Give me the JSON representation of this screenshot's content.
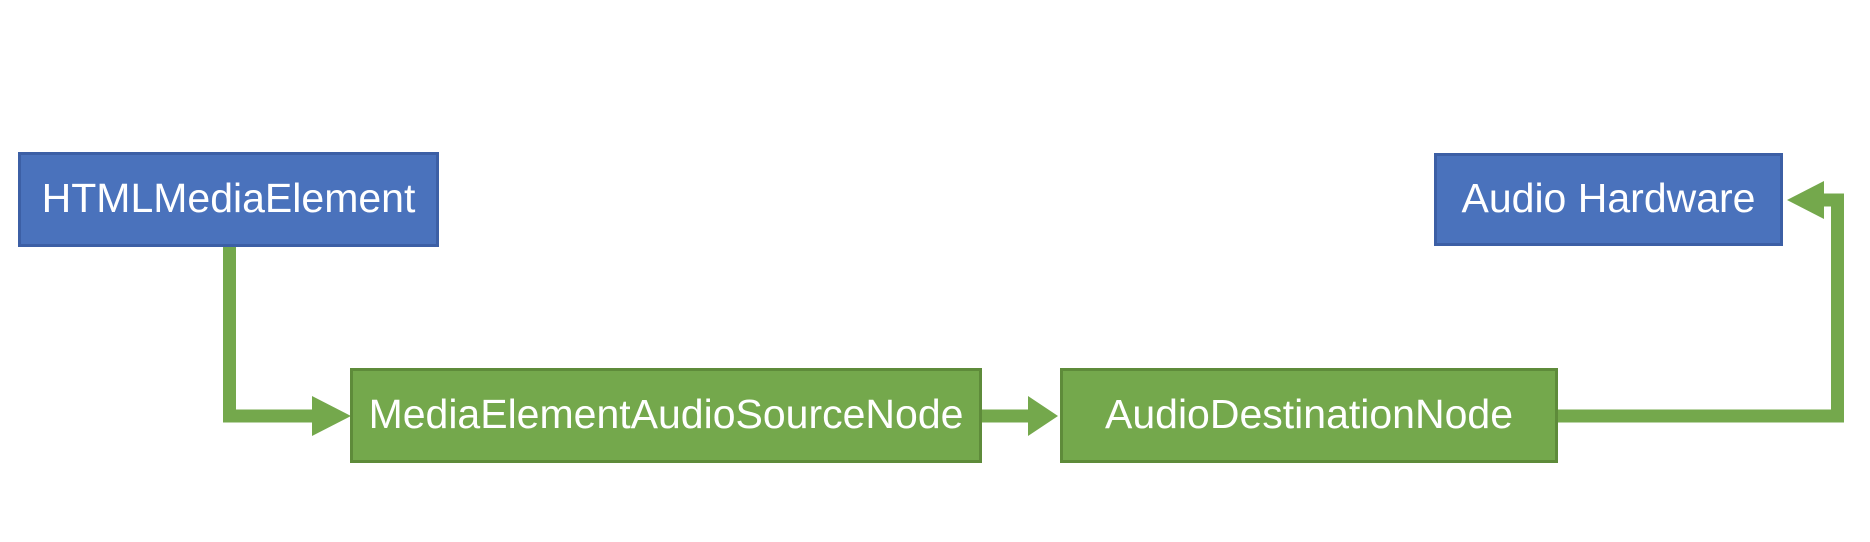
{
  "diagram": {
    "nodes": [
      {
        "id": "htmlmediaelement",
        "label": "HTMLMediaElement",
        "style": "blue"
      },
      {
        "id": "mediaelementaudiosourcenode",
        "label": "MediaElementAudioSourceNode",
        "style": "green"
      },
      {
        "id": "audiodestinationnode",
        "label": "AudioDestinationNode",
        "style": "green"
      },
      {
        "id": "audio-hardware",
        "label": "Audio Hardware",
        "style": "blue"
      }
    ],
    "connections": [
      {
        "from": "HTMLMediaElement",
        "to": "MediaElementAudioSourceNode"
      },
      {
        "from": "MediaElementAudioSourceNode",
        "to": "AudioDestinationNode"
      },
      {
        "from": "AudioDestinationNode",
        "to": "Audio Hardware"
      }
    ],
    "colors": {
      "node_blue_fill": "#4a72bc",
      "node_blue_border": "#3c5fa5",
      "node_green_fill": "#74a84c",
      "node_green_border": "#5e8b3a",
      "arrow": "#74a84c",
      "text": "#ffffff"
    }
  }
}
